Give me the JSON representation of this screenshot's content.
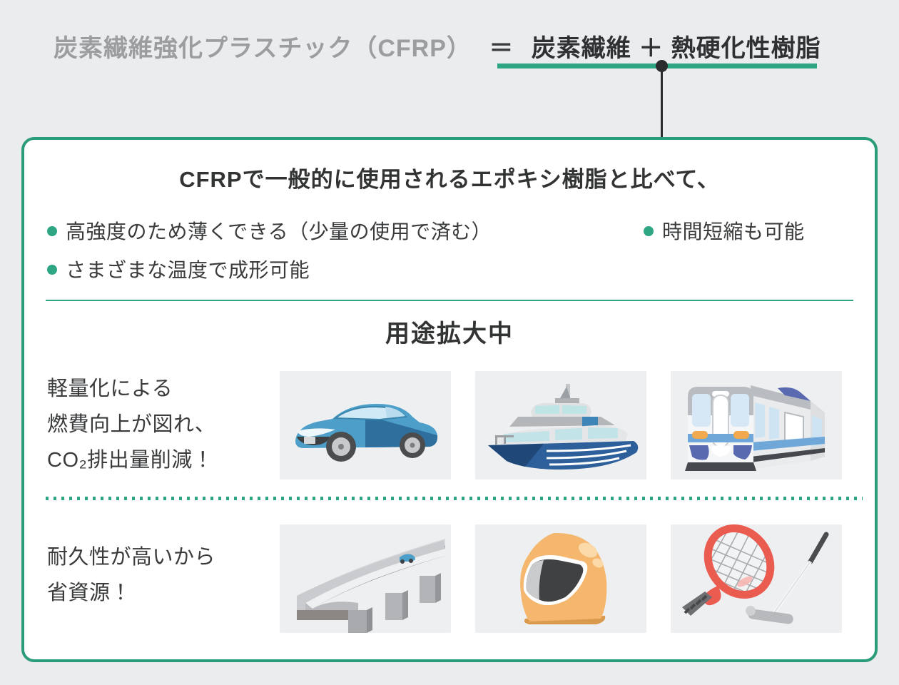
{
  "formula": {
    "left": "炭素繊維強化プラスチック（CFRP）",
    "equals": "＝",
    "right": "炭素繊維 ＋ 熱硬化性樹脂"
  },
  "card": {
    "heading": "CFRPで一般的に使用されるエポキシ樹脂と比べて、",
    "bullets": {
      "left": [
        "高強度のため薄くできる（少量の使用で済む）",
        "さまざまな温度で成形可能"
      ],
      "right": [
        "時間短縮も可能"
      ]
    },
    "section_title": "用途拡大中",
    "rows": [
      {
        "caption_lines": [
          "軽量化による",
          "燃費向上が図れ、",
          "CO₂排出量削減！"
        ],
        "images": [
          "car-icon",
          "ship-icon",
          "train-icon"
        ]
      },
      {
        "caption_lines": [
          "耐久性が高いから",
          "省資源！"
        ],
        "images": [
          "bridge-icon",
          "helmet-icon",
          "tennis-racket-golf-club-icon"
        ]
      }
    ]
  },
  "colors": {
    "accent_green": "#2ea583",
    "card_border_green": "#2b9c79",
    "page_background": "#ebeced",
    "panel_background": "#eeeff1",
    "title_gray": "#9b9d9f",
    "text_dark": "#323333",
    "connector_dark": "#2b2c2d"
  }
}
